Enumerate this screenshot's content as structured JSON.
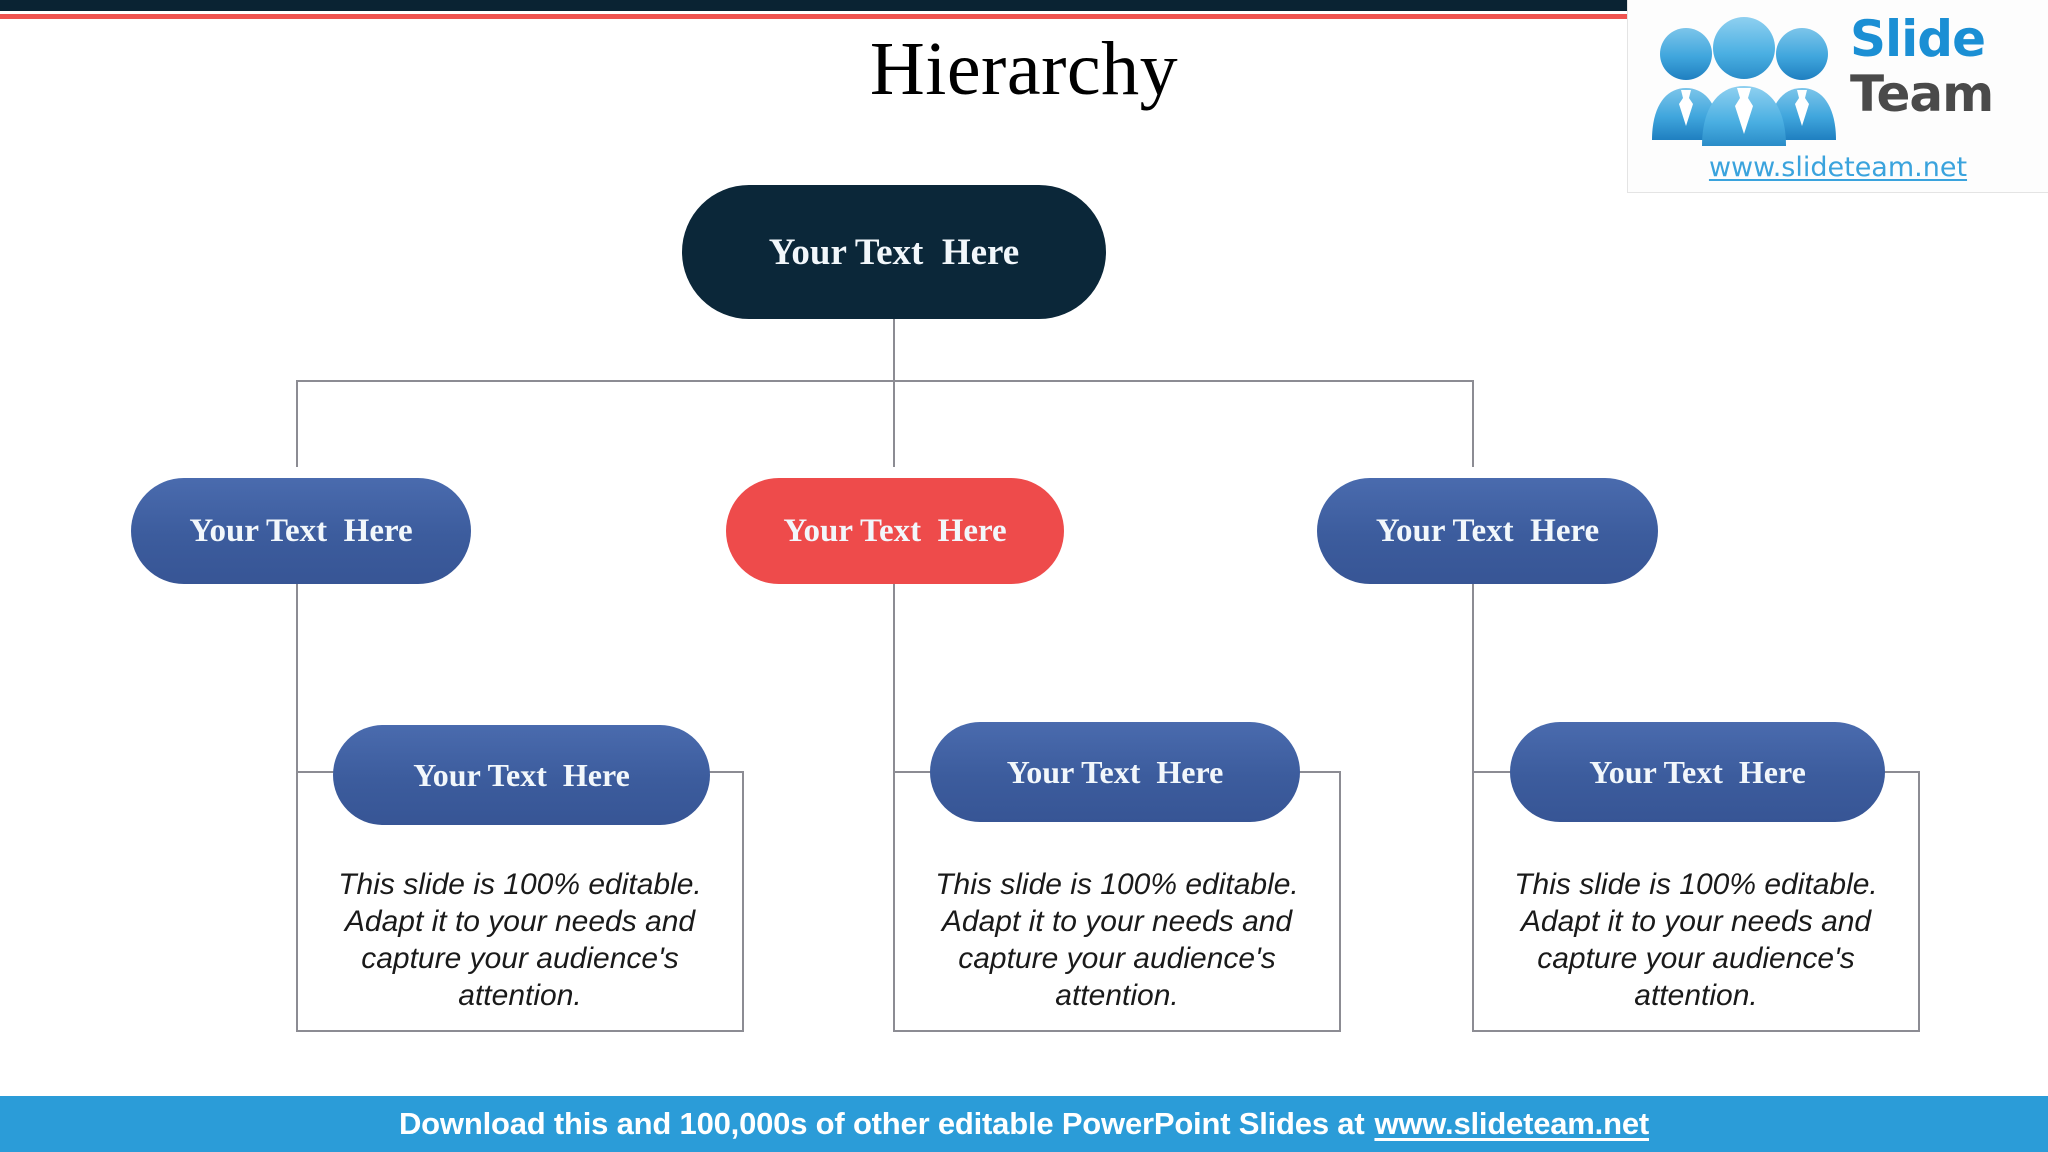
{
  "slide": {
    "title": "Hierarchy",
    "background_color": "#ffffff",
    "accent_navy": "#0a2333",
    "accent_red": "#ef5350",
    "connector_color": "#8c8c93"
  },
  "logo": {
    "name": "slideteam-logo",
    "word_primary": "Slide",
    "word_secondary": "Team",
    "url": "www.slideteam.net",
    "primary_color": "#1b8fd4",
    "secondary_color": "#4a4a4a",
    "people_icon": "three-people-with-ties-icon"
  },
  "diagram": {
    "type": "hierarchy-tree",
    "root": {
      "label": "Your Text  Here",
      "color": "#0b2739"
    },
    "level2": [
      {
        "label": "Your Text  Here",
        "color": "#3c5c9d"
      },
      {
        "label": "Your Text  Here",
        "color": "#ee4b4b"
      },
      {
        "label": "Your Text  Here",
        "color": "#3c5c9d"
      }
    ],
    "level3": [
      {
        "label": "Your Text  Here",
        "color": "#3c5c9d",
        "body": "This slide is 100% editable.\nAdapt it to your needs and\ncapture your audience's\nattention."
      },
      {
        "label": "Your Text  Here",
        "color": "#3c5c9d",
        "body": "This slide is 100% editable.\nAdapt it to your needs and\ncapture your audience's\nattention."
      },
      {
        "label": "Your Text  Here",
        "color": "#3c5c9d",
        "body": "This slide is 100% editable.\nAdapt it to your needs and\ncapture your audience's\nattention."
      }
    ]
  },
  "cta": {
    "text": "Download this and 100,000s of other editable PowerPoint Slides at",
    "link": "www.slideteam.net",
    "background_color": "#2b9cd8"
  }
}
